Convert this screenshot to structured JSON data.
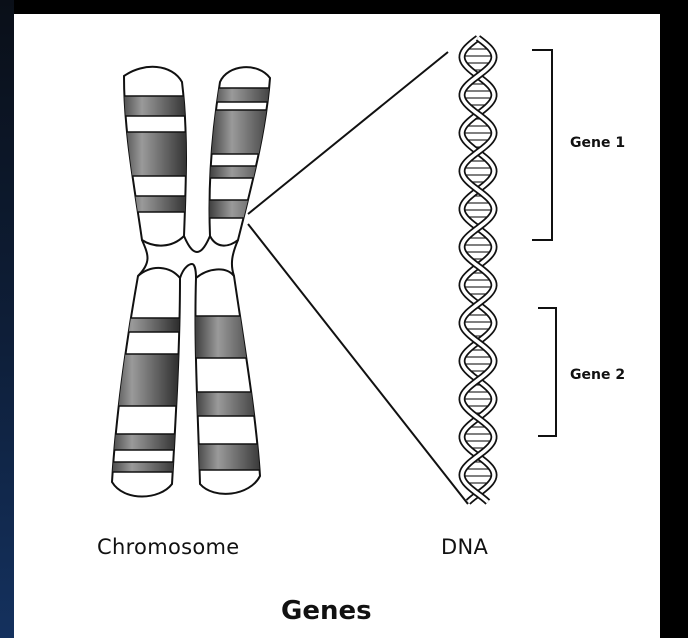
{
  "labels": {
    "chromosome": "Chromosome",
    "dna": "DNA",
    "gene1": "Gene 1",
    "gene2": "Gene 2"
  },
  "title": "Genes",
  "colors": {
    "background_frame": "#000000",
    "panel": "#ffffff",
    "ink": "#111111",
    "band_dark": "#555555"
  }
}
